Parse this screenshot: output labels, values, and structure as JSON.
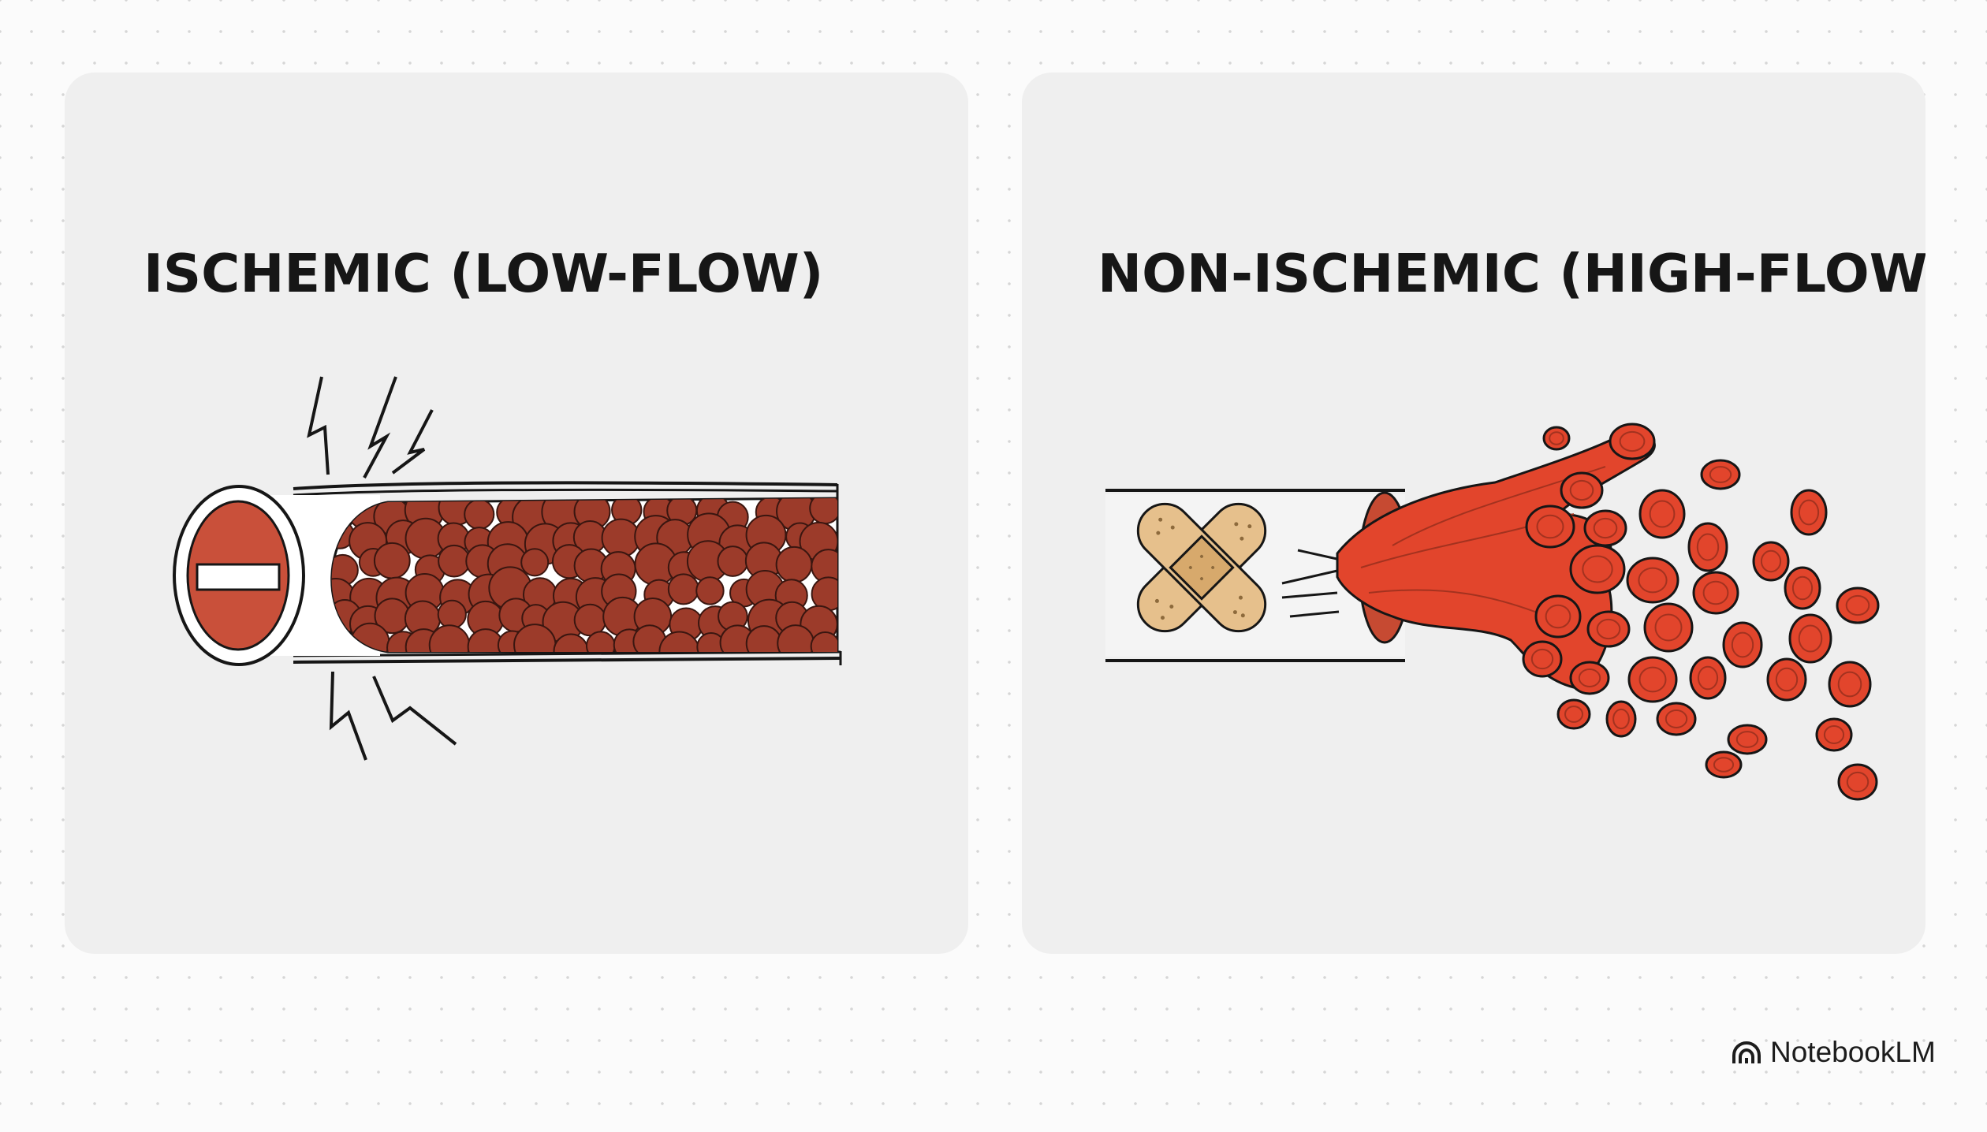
{
  "panels": {
    "left": {
      "title": "ISCHEMIC (LOW-FLOW)",
      "icons": [
        "no-entry-sign-icon",
        "lightning-bolt-icon",
        "blood-vessel-icon",
        "red-blood-cell-icon"
      ]
    },
    "right": {
      "title": "NON-ISCHEMIC (HIGH-FLOW)",
      "icons": [
        "bandage-icon",
        "ruptured-vessel-icon",
        "red-blood-cell-icon"
      ]
    }
  },
  "brand": {
    "name": "NotebookLM",
    "icon": "notebooklm-logo-icon"
  },
  "colors": {
    "background": "#fbfbfb",
    "panel": "#efefef",
    "packed_cell": "#9c3b2a",
    "spurting_cell": "#e2452c",
    "no_entry_red": "#c9503a",
    "bandage": "#e6c08c",
    "outline": "#161616"
  }
}
